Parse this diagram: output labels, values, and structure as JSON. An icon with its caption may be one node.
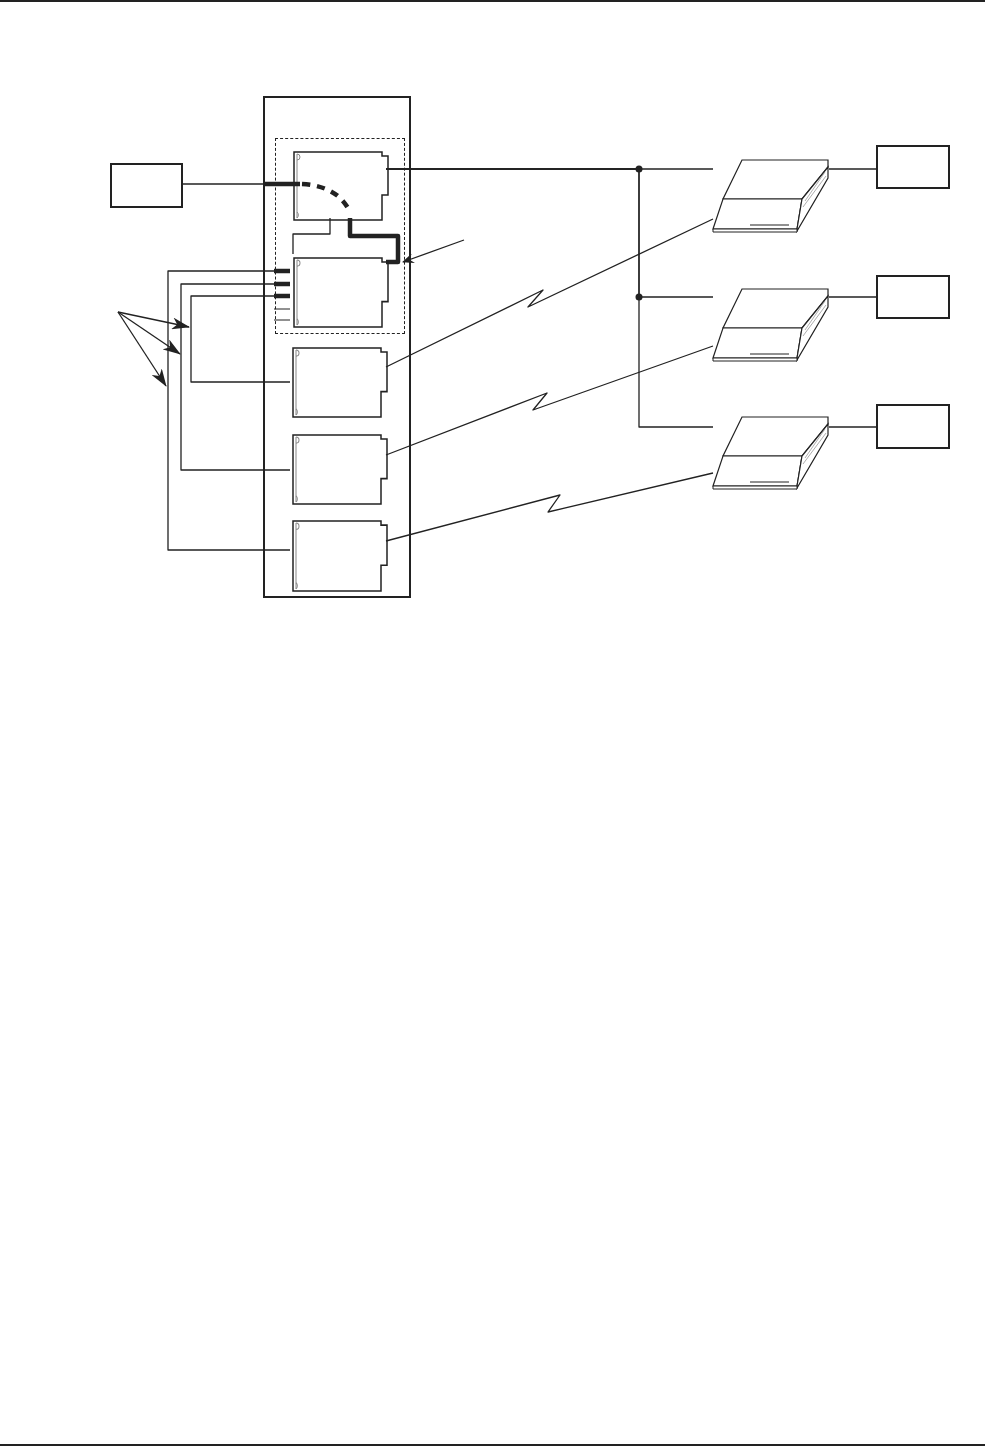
{
  "diagram": {
    "nodes": [
      {
        "text": [],
        "shape": "box"
      },
      {
        "text": [],
        "shape": "box",
        "in": 0
      },
      {
        "text": [],
        "shape": "box",
        "in": 1
      },
      {
        "text": [],
        "shape": "box",
        "in": 1
      },
      {
        "text": [],
        "shape": "box",
        "in": 0
      },
      {
        "text": [],
        "shape": "box",
        "in": 0
      },
      {
        "text": [],
        "shape": "box",
        "in": 0
      },
      {
        "text": [],
        "shape": "box"
      },
      {
        "text": [],
        "shape": "box"
      },
      {
        "text": [],
        "shape": "box"
      },
      {
        "text": [],
        "shape": "box"
      },
      {
        "text": [],
        "shape": "box"
      },
      {
        "text": [],
        "shape": "box"
      },
      {
        "text": [],
        "shape": "box"
      }
    ],
    "edges": [
      {
        "from": 7,
        "to": 2,
        "arrow": "none"
      },
      {
        "from": 2,
        "to": 3,
        "arrow": "none"
      },
      {
        "from": 2,
        "to": 3,
        "arrow": "none",
        "style": "thick"
      },
      {
        "from": 2,
        "to": 8,
        "arrow": "none"
      },
      {
        "from": 2,
        "to": 9,
        "arrow": "none"
      },
      {
        "from": 2,
        "to": 10,
        "arrow": "none"
      },
      {
        "from": 4,
        "to": 8,
        "arrow": "none"
      },
      {
        "from": 5,
        "to": 9,
        "arrow": "none"
      },
      {
        "from": 6,
        "to": 10,
        "arrow": "none"
      },
      {
        "from": 8,
        "to": 11,
        "arrow": "none"
      },
      {
        "from": 9,
        "to": 12,
        "arrow": "none"
      },
      {
        "from": 10,
        "to": 13,
        "arrow": "none"
      },
      {
        "from": 3,
        "to": 6,
        "arrow": "none"
      },
      {
        "from": 3,
        "to": 5,
        "arrow": "none"
      },
      {
        "from": 3,
        "to": 4,
        "arrow": "none"
      },
      {
        "from": null,
        "to": 1,
        "arrow": "to"
      }
    ]
  }
}
